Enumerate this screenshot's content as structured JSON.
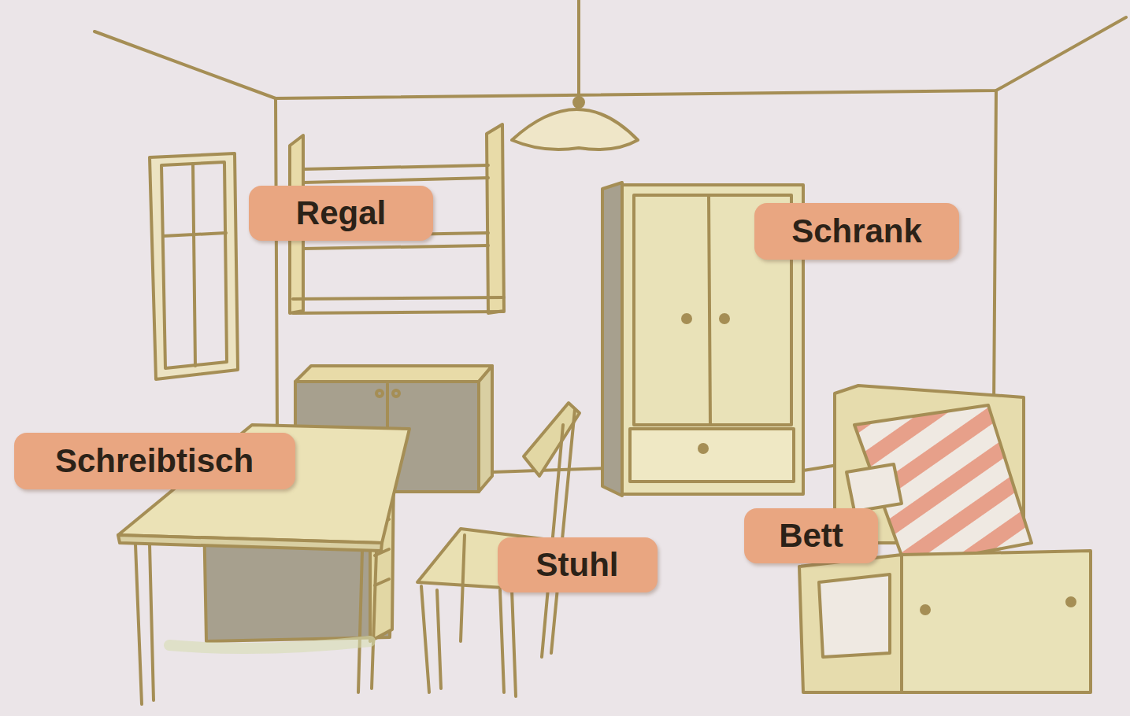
{
  "diagram": {
    "nodes": [
      {
        "text": [
          "Regal"
        ]
      },
      {
        "text": [
          "Schrank"
        ]
      },
      {
        "text": [
          "Schreibtisch"
        ]
      },
      {
        "text": [
          "Stuhl"
        ]
      },
      {
        "text": [
          "Bett"
        ]
      }
    ],
    "edges": []
  }
}
